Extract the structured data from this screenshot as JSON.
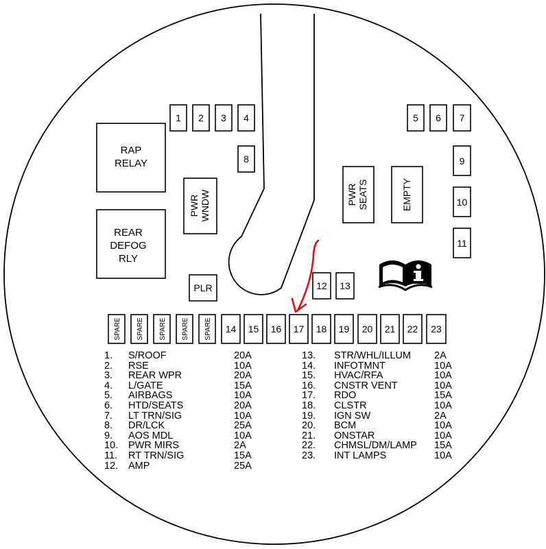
{
  "relays": {
    "rap": [
      "RAP",
      "RELAY"
    ],
    "rear_defog": [
      "REAR",
      "DEFOG",
      "RLY"
    ],
    "pwr_wndw": [
      "PWR",
      "WNDW"
    ],
    "plr": "PLR",
    "pwr_seats": [
      "PWR",
      "SEATS"
    ],
    "empty": "EMPTY"
  },
  "fuses_top": [
    "1",
    "2",
    "3",
    "4",
    "8",
    "5",
    "6",
    "7",
    "9",
    "10",
    "11",
    "12",
    "13"
  ],
  "spare_label": "SPARE",
  "fuses_bottom": [
    "14",
    "15",
    "16",
    "17",
    "18",
    "19",
    "20",
    "21",
    "22",
    "23"
  ],
  "legend": {
    "left": [
      {
        "num": "1.",
        "name": "S/ROOF",
        "amp": "20A"
      },
      {
        "num": "2.",
        "name": "RSE",
        "amp": "10A"
      },
      {
        "num": "3.",
        "name": "REAR WPR",
        "amp": "20A"
      },
      {
        "num": "4.",
        "name": "L/GATE",
        "amp": "15A"
      },
      {
        "num": "5.",
        "name": "AIRBAGS",
        "amp": "10A"
      },
      {
        "num": "6.",
        "name": "HTD/SEATS",
        "amp": "20A"
      },
      {
        "num": "7.",
        "name": "LT TRN/SIG",
        "amp": "10A"
      },
      {
        "num": "8.",
        "name": "DR/LCK",
        "amp": "25A"
      },
      {
        "num": "9.",
        "name": "AOS MDL",
        "amp": "10A"
      },
      {
        "num": "10.",
        "name": "PWR MIRS",
        "amp": "2A"
      },
      {
        "num": "11.",
        "name": "RT TRN/SIG",
        "amp": "15A"
      },
      {
        "num": "12.",
        "name": "AMP",
        "amp": "25A"
      }
    ],
    "right": [
      {
        "num": "13.",
        "name": "STR/WHL/ILLUM",
        "amp": "2A"
      },
      {
        "num": "14.",
        "name": "INFOTMNT",
        "amp": "10A"
      },
      {
        "num": "15.",
        "name": "HVAC/RFA",
        "amp": "10A"
      },
      {
        "num": "16.",
        "name": "CNSTR VENT",
        "amp": "10A"
      },
      {
        "num": "17.",
        "name": "RDO",
        "amp": "15A"
      },
      {
        "num": "18.",
        "name": "CLSTR",
        "amp": "10A"
      },
      {
        "num": "19.",
        "name": "IGN SW",
        "amp": "2A"
      },
      {
        "num": "20.",
        "name": "BCM",
        "amp": "10A"
      },
      {
        "num": "21.",
        "name": "ONSTAR",
        "amp": "10A"
      },
      {
        "num": "22.",
        "name": "CHMSL/DM/LAMP",
        "amp": "15A"
      },
      {
        "num": "23.",
        "name": "INT LAMPS",
        "amp": "10A"
      }
    ]
  },
  "colors": {
    "arrow": "#e01010",
    "line": "#000000"
  },
  "icons": {
    "manual": "book-info-icon",
    "highlight": "red-arrow-annotation"
  }
}
